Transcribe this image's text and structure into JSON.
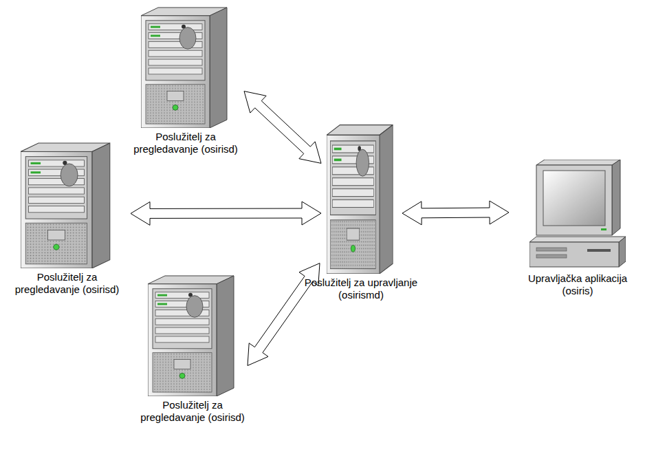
{
  "diagram": {
    "nodes": [
      {
        "text": [
          "Poslužitelj za pregledavanje (osirisd)"
        ]
      },
      {
        "text": [
          "Poslužitelj za pregledavanje (osirisd)"
        ]
      },
      {
        "text": [
          "Poslužitelj za upravljanje (osirismd)"
        ]
      },
      {
        "text": [
          "Upravljačka aplikacija (osiris)"
        ]
      },
      {
        "text": [
          "Poslužitelj za pregledavanje (osirisd)"
        ]
      }
    ],
    "edges": [
      {
        "from": 0,
        "to": 2,
        "arrow": "both"
      },
      {
        "from": 1,
        "to": 2,
        "arrow": "both"
      },
      {
        "from": 2,
        "to": 3,
        "arrow": "both"
      },
      {
        "from": 4,
        "to": 2,
        "arrow": "both"
      }
    ]
  }
}
